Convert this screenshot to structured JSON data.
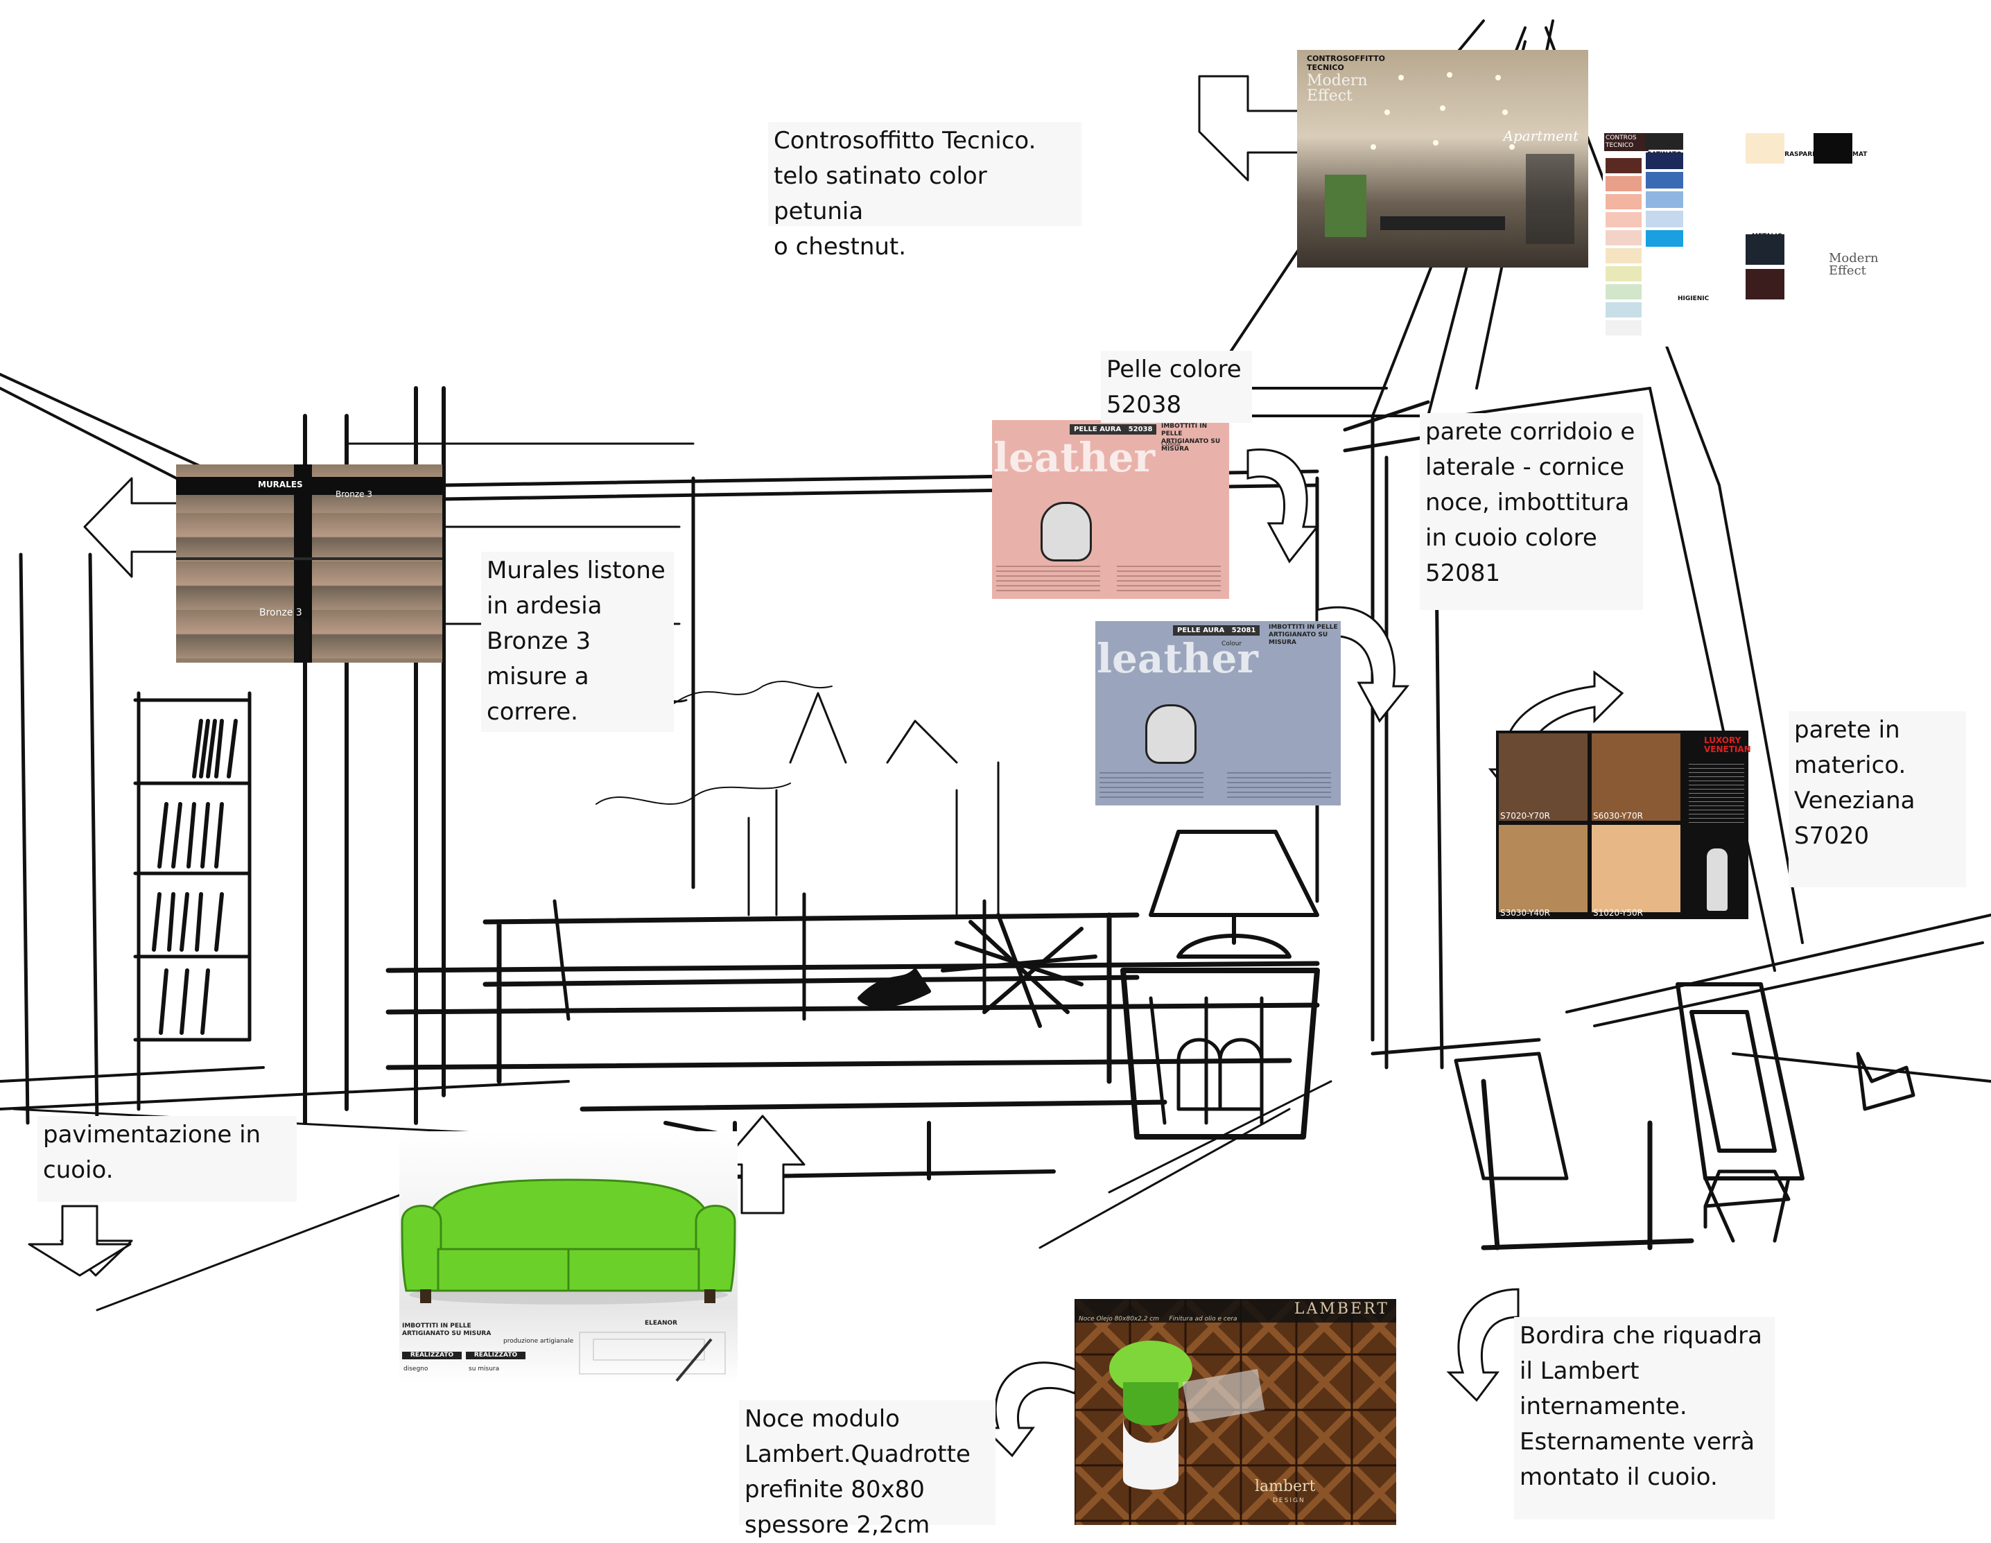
{
  "annotations": {
    "ceiling": "Controsoffitto Tecnico.\ntelo satinato color petunia\no chestnut.",
    "leather_color": "Pelle colore\n52038",
    "corridor_wall": "parete corridoio e\nlaterale - cornice\nnoce, imbottitura\nin cuoio colore\n52081",
    "murales": "Murales listone\nin ardesia\nBronze 3\nmisure a\ncorrere.",
    "venetian_wall": "parete in\nmaterico.\nVeneziana\nS7020",
    "floor": "pavimentazione in\ncuoio.",
    "border": "Bordira che riquadra\nil Lambert\ninternamente.\nEsternamente verrà\nmontato il cuoio.",
    "walnut": "Noce modulo\nLambert.Quadrotte\nprefinite 80x80\nspessore 2,2cm"
  },
  "ceiling_card": {
    "title": "CONTROSOFFITTO\nTECNICO",
    "brand": "Modern\nEffect",
    "label": "Apartment"
  },
  "swatch_card": {
    "header": "CONTROS\nTECNICO",
    "col1": "SATINATO",
    "col2": "TRASPARENT",
    "col3": "MAT",
    "col4": "METALIC",
    "col5": "HIGIENIC",
    "brand": "Modern\nEffect",
    "colors": [
      "#5a2a22",
      "#e9a08a",
      "#f3b4a0",
      "#f6c6b8",
      "#f3d3c8",
      "#f5e3c2",
      "#e9e9b8",
      "#d2e6c9",
      "#c9dfe8",
      "#f1f1f1",
      "#242424",
      "#1b2a5a",
      "#3a6ab4",
      "#8fb6e0",
      "#c6d8ee",
      "#1aa0e0",
      "#fbe9cc",
      "#0c0c0c",
      "#1c2530",
      "#3b1d1d"
    ]
  },
  "leather_pink": {
    "word": "leather",
    "code": "PELLE AURA   52038",
    "header": "IMBOTTITI IN PELLE\nARTIGIANATO SU MISURA",
    "sub": "Colour",
    "bg": "#e8b2aa"
  },
  "leather_blue": {
    "word": "leather",
    "code": "PELLE AURA   52081",
    "header": "IMBOTTITI IN PELLE\nARTIGIANATO SU MISURA",
    "sub": "Colour",
    "bg": "#9aa5bd"
  },
  "murales_card": {
    "title": "MURALES",
    "subtitle": "Bronze 3",
    "bottom": "Bronze 3"
  },
  "venetian_card": {
    "brand": "LUXORY\nVENETIAN",
    "samples": [
      "S7020-Y70R",
      "S6030-Y70R",
      "S3030-Y40R",
      "S1020-Y50R"
    ],
    "sample_colors": [
      "#6a4a32",
      "#8a5a34",
      "#b58a58",
      "#e7b886"
    ]
  },
  "sofa_card": {
    "title": "IMBOTTITI IN PELLE\nARTIGIANATO SU MISURA",
    "model": "ELEANOR",
    "prod": "produzione artigianale",
    "tag1": "REALIZZATO",
    "tag2": "REALIZZATO",
    "tag1b": "disegno",
    "tag2b": "su misura",
    "sofa_color": "#6bd12a"
  },
  "lambert_card": {
    "brand": "LAMBERT",
    "caption": "Noce Olejo 80x80x2,2 cm     Finitura ad olio e cera",
    "brand2": "lambert",
    "brand2_sub": "DESIGN"
  }
}
